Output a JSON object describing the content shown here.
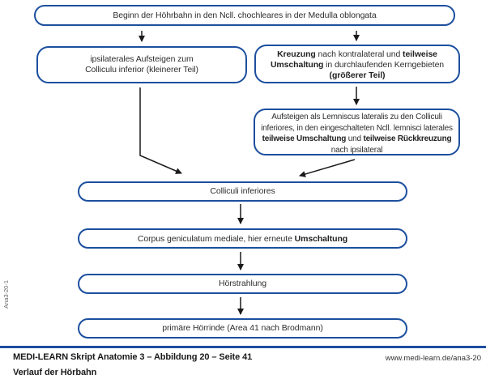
{
  "colors": {
    "box_border": "#1c4f9e",
    "arrow": "#1a1a1a",
    "footer_rule": "#1c4f9e"
  },
  "diagram": {
    "start": {
      "text": "Beginn der Höhrbahn in den Ncll. chochleares in der Medulla oblongata"
    },
    "ipsilateral": {
      "line1": "ipsilaterales Aufsteigen zum",
      "line2": "Colliculu inferior (kleinerer Teil)"
    },
    "kreuzung": {
      "segments": [
        {
          "t": "Kreuzung",
          "b": true
        },
        {
          "t": " nach kontralateral und ",
          "b": false
        },
        {
          "t": "teilweise Umschaltung",
          "b": true
        },
        {
          "t": " in durchlaufenden Kerngebieten ",
          "b": false
        },
        {
          "t": "(größerer Teil)",
          "b": true
        }
      ]
    },
    "lemniscus": {
      "segments": [
        {
          "t": "Aufsteigen als Lemniscus lateralis zu den Colliculi inferiores, in den eingeschalteten Ncll. lemnisci laterales ",
          "b": false
        },
        {
          "t": "teilweise Umschaltung",
          "b": true
        },
        {
          "t": " und ",
          "b": false
        },
        {
          "t": "teilweise Rückkreuzung",
          "b": true
        },
        {
          "t": " nach ipsilateral",
          "b": false
        }
      ]
    },
    "colliculi": {
      "text": "Colliculi inferiores"
    },
    "corpus": {
      "segments": [
        {
          "t": "Corpus geniculatum mediale, hier erneute ",
          "b": false
        },
        {
          "t": "Umschaltung",
          "b": true
        }
      ]
    },
    "hoerstrahlung": {
      "text": "Hörstrahlung"
    },
    "hoerrinde": {
      "text": "primäre Hörrinde (Area 41 nach Brodmann)"
    }
  },
  "footer": {
    "line1": "MEDI-LEARN Skript Anatomie 3 – Abbildung 20 – Seite 41",
    "url": "www.medi-learn.de/ana3-20",
    "line2": "Verlauf der Hörbahn"
  },
  "margin_code": "Ana3-20-1"
}
